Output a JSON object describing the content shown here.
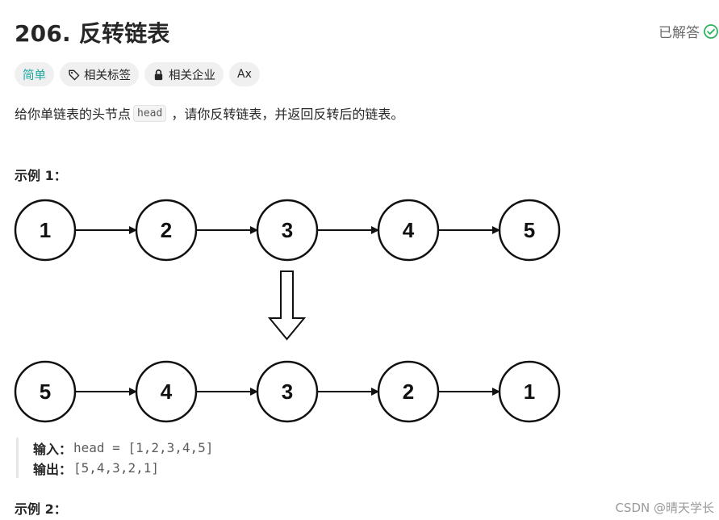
{
  "problem": {
    "title": "206. 反转链表",
    "status_label": "已解答",
    "status_color": "#2db55d"
  },
  "tags": [
    {
      "label": "简单",
      "color": "#1ba7a0"
    },
    {
      "label": "相关标签",
      "icon": "tag-icon"
    },
    {
      "label": "相关企业",
      "icon": "lock-icon"
    },
    {
      "label": "Ax",
      "icon": "translate-icon"
    }
  ],
  "description": {
    "before": "给你单链表的头节点",
    "code": "head",
    "after": "，请你反转链表，并返回反转后的链表。"
  },
  "example1": {
    "title": "示例 1：",
    "diagram": {
      "original_list": [
        "1",
        "2",
        "3",
        "4",
        "5"
      ],
      "reversed_list": [
        "5",
        "4",
        "3",
        "2",
        "1"
      ]
    },
    "input_label": "输入：",
    "input_value": "head = [1,2,3,4,5]",
    "output_label": "输出：",
    "output_value": "[5,4,3,2,1]"
  },
  "example2": {
    "title": "示例 2："
  },
  "watermark": "CSDN @晴天学长"
}
